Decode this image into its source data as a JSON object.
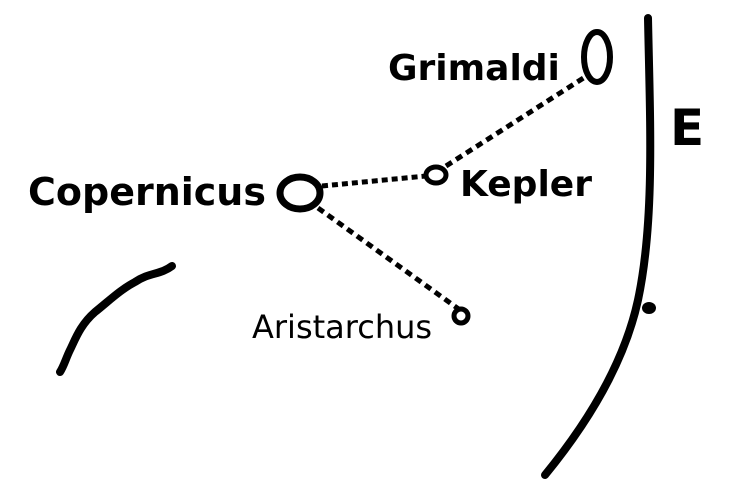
{
  "diagram": {
    "craters": [
      {
        "name": "Grimaldi",
        "label": "Grimaldi"
      },
      {
        "name": "Kepler",
        "label": "Kepler"
      },
      {
        "name": "Copernicus",
        "label": "Copernicus"
      },
      {
        "name": "Aristarchus",
        "label": "Aristarchus"
      }
    ],
    "edge_label": "E",
    "connections": [
      [
        "Copernicus",
        "Kepler"
      ],
      [
        "Kepler",
        "Grimaldi"
      ],
      [
        "Copernicus",
        "Aristarchus"
      ]
    ],
    "colors": {
      "ink": "#000000",
      "background": "#ffffff"
    }
  }
}
